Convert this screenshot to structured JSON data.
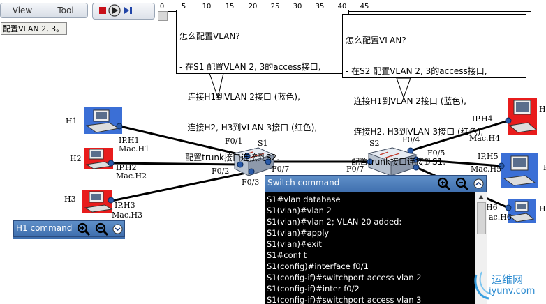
{
  "menu": {
    "view": "View",
    "tool": "Tool"
  },
  "player": {
    "stop": "stop",
    "play": "play",
    "next": "next"
  },
  "caption": "配置VLAN 2, 3。",
  "ruler": {
    "ticks": [
      "0",
      "5",
      "10",
      "15",
      "20",
      "25",
      "30",
      "35",
      "40",
      "45"
    ]
  },
  "callout_left": {
    "lines": [
      "怎么配置VLAN?",
      "- 在S1 配置VLAN 2, 3的access接口,",
      "   连接H1到VLAN 2接口 (蓝色),",
      "   连接H2, H3到VLAN 3接口 (红色),",
      "- 配置trunk接口连接到S2."
    ]
  },
  "callout_right": {
    "lines": [
      "怎么配置VLAN?",
      "- 在S2 配置VLAN 2, 3的access接口,",
      "   连接H1到VLAN 2接口 (蓝色),",
      "   连接H2, H3到VLAN 3接口 (红色),",
      "- 配置trunk接口连接到S1."
    ]
  },
  "hosts_left": [
    {
      "name": "H1",
      "ip": "IP.H1",
      "mac": "Mac.H1",
      "color": "#3b6fd6"
    },
    {
      "name": "H2",
      "ip": "IP.H2",
      "mac": "Mac.H2",
      "color": "#e81c1c"
    },
    {
      "name": "H3",
      "ip": "IP.H3",
      "mac": "Mac.H3",
      "color": "#e81c1c"
    }
  ],
  "hosts_right": [
    {
      "name": "H",
      "ip": "IP.H4",
      "mac": "Mac.H4",
      "color": "#e81c1c"
    },
    {
      "name": "H",
      "ip": "IP,H5",
      "mac": "Mac.H5",
      "color": "#3b6fd6"
    },
    {
      "name": "H",
      "ip": "H6",
      "mac": "ac.H6",
      "color": "#3b6fd6"
    }
  ],
  "switches": {
    "s1": {
      "name": "S1",
      "ports": [
        "F0/1",
        "F0/2",
        "F0/3",
        "F0/7"
      ]
    },
    "s2": {
      "name": "S2",
      "ports": [
        "F0/4",
        "F0/5",
        "F0/7"
      ]
    }
  },
  "h1_panel": {
    "title": "H1 command"
  },
  "switch_panel": {
    "title": "Switch command",
    "lines": [
      "S1#vlan database",
      "S1(vlan)#vlan 2",
      "S1(vlan)#vlan 2; VLAN 20 added:",
      "S1(vlan)#apply",
      "S1(vlan)#exit",
      "S1#conf t",
      "S1(config)#interface f0/1",
      "S1(config-if)#switchport access vlan 2",
      "S1(config-if)#inter f0/2",
      "S1(config-if)#switchport access vlan 3"
    ]
  },
  "watermark": {
    "title": "运维网",
    "url": "iyunv.com"
  }
}
